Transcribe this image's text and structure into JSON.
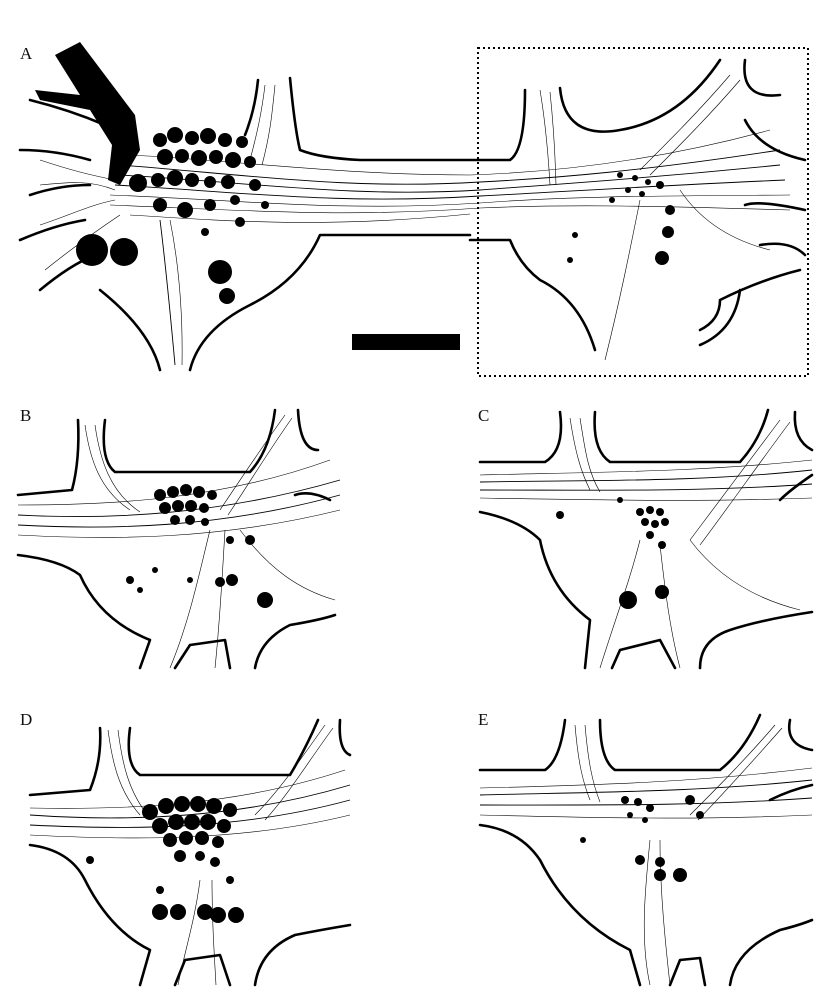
{
  "panels": [
    {
      "id": "A",
      "label": "A"
    },
    {
      "id": "B",
      "label": "B"
    },
    {
      "id": "C",
      "label": "C"
    },
    {
      "id": "D",
      "label": "D"
    },
    {
      "id": "E",
      "label": "E"
    }
  ],
  "colors": {
    "ink": "#000000",
    "background": "#ffffff"
  }
}
